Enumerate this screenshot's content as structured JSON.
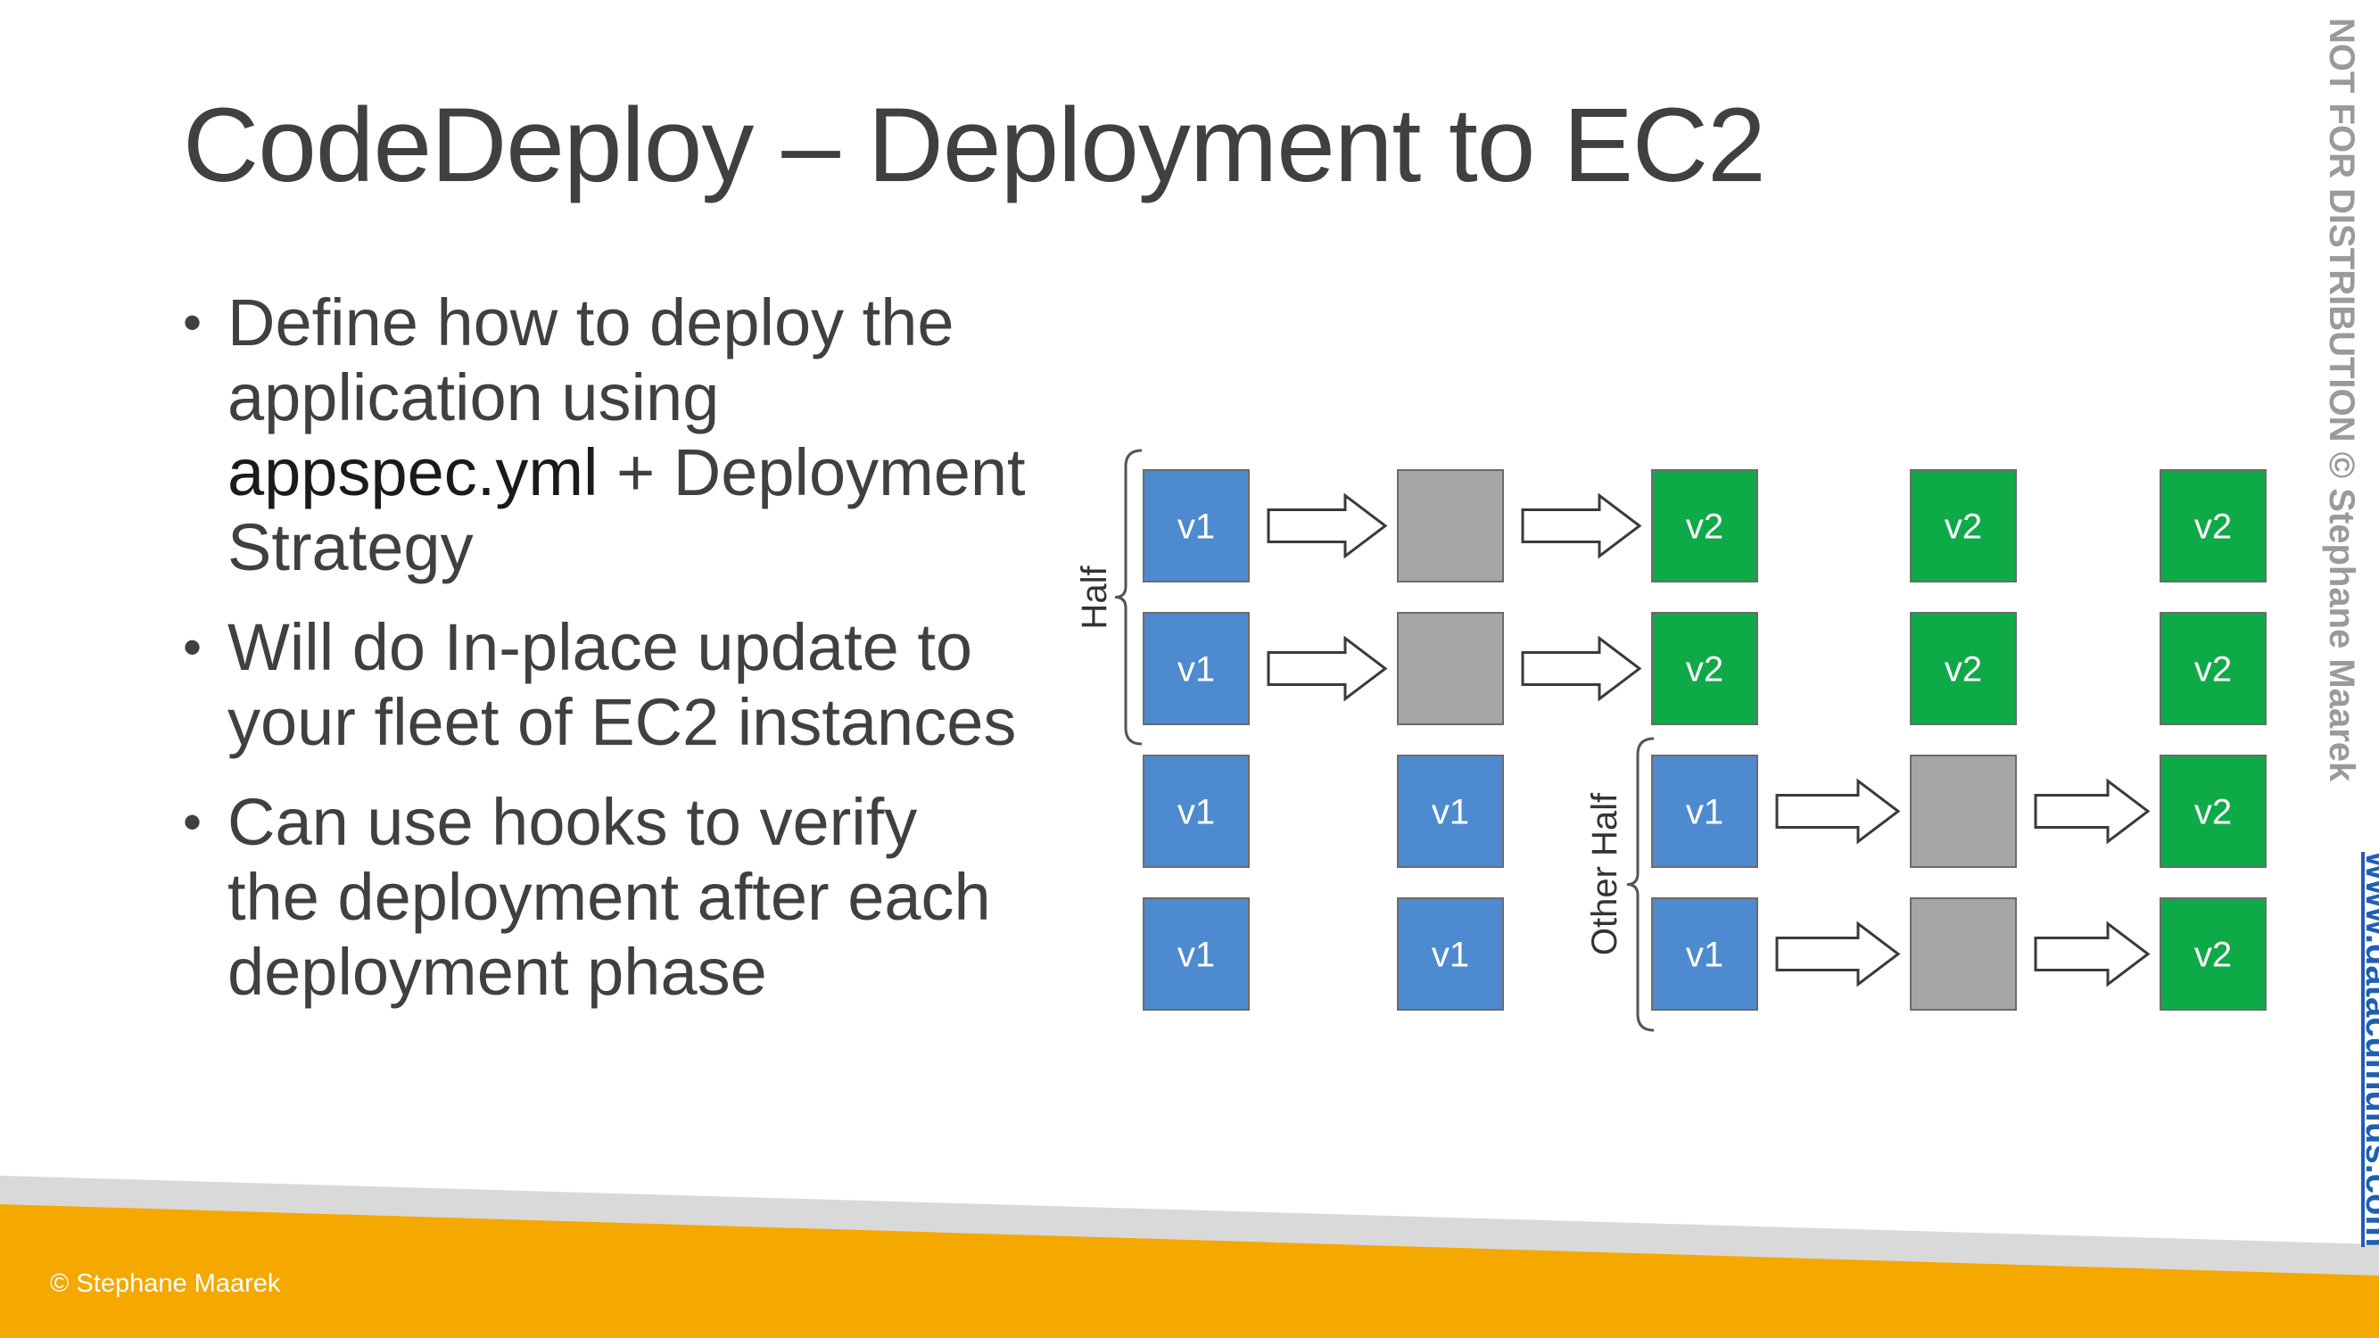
{
  "slide": {
    "title": "CodeDeploy – Deployment to EC2",
    "bullets": [
      {
        "parts": [
          "Define how to deploy the application using ",
          "appspec.yml",
          " + Deployment Strategy"
        ]
      },
      {
        "text": "Will do In-place update to your fleet of EC2 instances"
      },
      {
        "text": "Can use hooks to verify the deployment after each deployment phase"
      }
    ],
    "footer": "© Stephane Maarek",
    "watermark": {
      "text": "NOT FOR DISTRIBUTION © Stephane Maarek",
      "link": "www.datacumulus.com"
    }
  },
  "diagram": {
    "colors": {
      "v1": "#4e8ad0",
      "v2": "#0faa48",
      "empty": "#a6a6a6",
      "footer": "#f5a800",
      "link": "#1f5fb3"
    },
    "labels": {
      "v1": "v1",
      "v2": "v2"
    },
    "group_labels": {
      "first": "Half",
      "second": "Other Half"
    },
    "columns": [
      [
        "v1",
        "v1",
        "v1",
        "v1"
      ],
      [
        "empty",
        "empty",
        "v1",
        "v1"
      ],
      [
        "v2",
        "v2",
        "v1",
        "v1"
      ],
      [
        "v2",
        "v2",
        "empty",
        "empty"
      ],
      [
        "v2",
        "v2",
        "v2",
        "v2"
      ]
    ]
  }
}
